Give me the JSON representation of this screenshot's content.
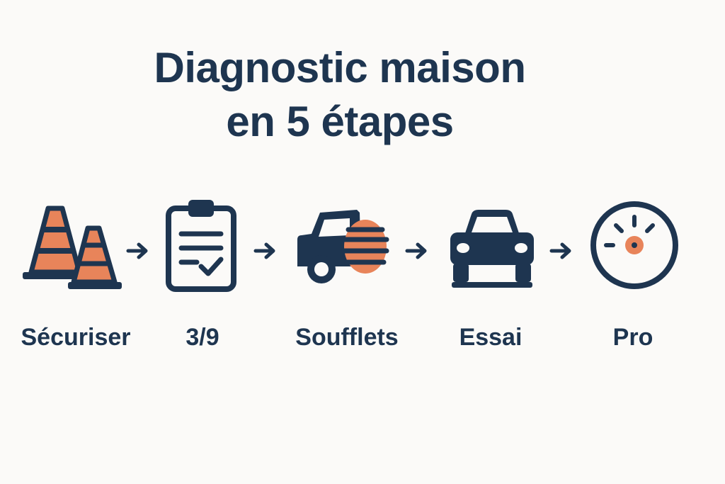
{
  "title": {
    "line1": "Diagnostic maison",
    "line2": "en 5 étapes"
  },
  "steps": [
    {
      "label": "Sécuriser",
      "icon": "traffic-cones-icon"
    },
    {
      "label": "3/9",
      "icon": "clipboard-checklist-icon"
    },
    {
      "label": "Soufflets",
      "icon": "truck-bellows-icon"
    },
    {
      "label": "Essai",
      "icon": "car-front-icon"
    },
    {
      "label": "Pro",
      "icon": "gauge-icon"
    }
  ],
  "colors": {
    "navy": "#1e3550",
    "orange": "#e8845a",
    "background": "#fbfaf8"
  }
}
